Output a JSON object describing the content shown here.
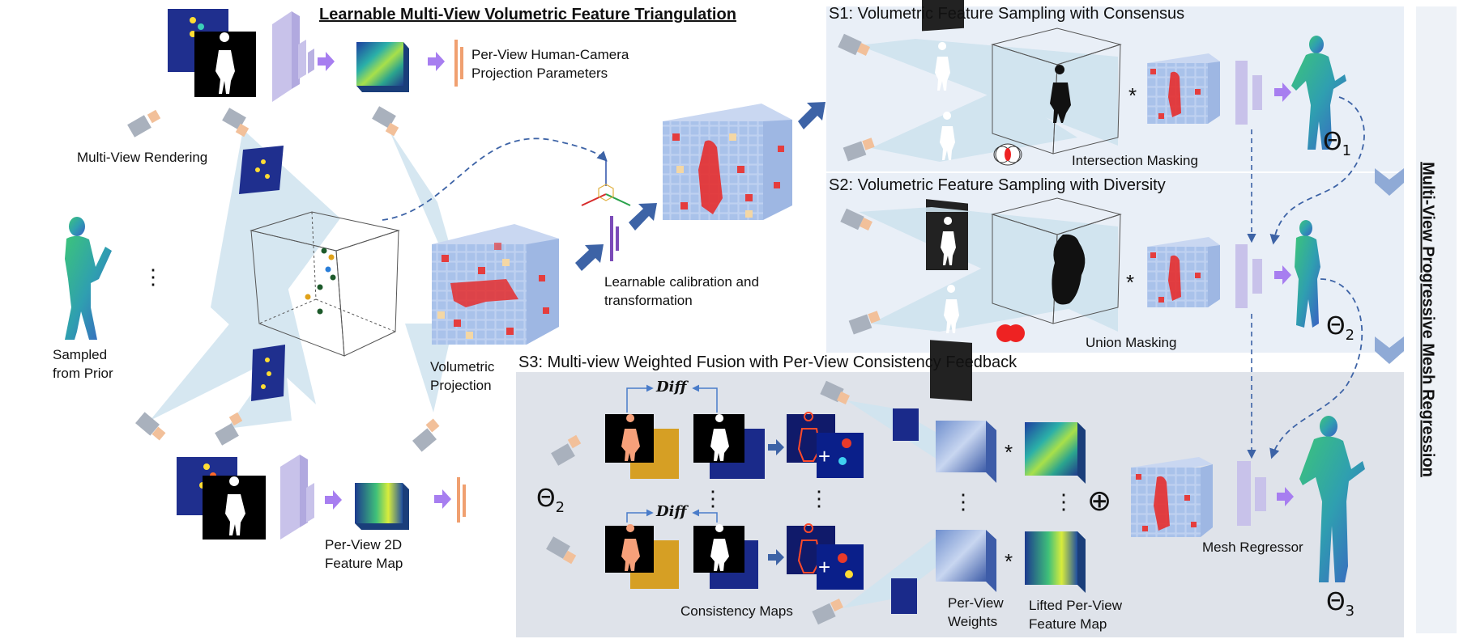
{
  "title": "Learnable Multi-View Volumetric Feature Triangulation",
  "left": {
    "rendering_label": "Multi-View Rendering",
    "sampled_label": [
      "Sampled",
      "from Prior"
    ],
    "dots": "⋮",
    "projection_params": [
      "Per-View Human-Camera",
      "Projection Parameters"
    ],
    "volumetric_projection": [
      "Volumetric",
      "Projection"
    ],
    "calibration": [
      "Learnable calibration and",
      "transformation"
    ],
    "feature_map_label": [
      "Per-View 2D",
      "Feature Map"
    ]
  },
  "s1": {
    "heading": "S1: Volumetric Feature Sampling with Consensus",
    "masking_label": "Intersection Masking",
    "theta_symbol": "Θ",
    "theta_sub": "1",
    "star": "*"
  },
  "s2": {
    "heading": "S2: Volumetric Feature Sampling with Diversity",
    "masking_label": "Union Masking",
    "theta_symbol": "Θ",
    "theta_sub": "2",
    "star": "*"
  },
  "s3": {
    "heading": "S3: Multi-view Weighted Fusion with Per-View Consistency Feedback",
    "diff_label": "Diff",
    "theta_symbol": "Θ",
    "theta_sub": "2",
    "consistency_label": "Consistency Maps",
    "weights_label": [
      "Per-View",
      "Weights"
    ],
    "lifted_label": [
      "Lifted Per-View",
      "Feature Map"
    ],
    "regressor_label": "Mesh Regressor",
    "output_theta_symbol": "Θ",
    "output_theta_sub": "3",
    "plus": "+",
    "oplus": "⊕",
    "star": "*",
    "dots": "⋮"
  },
  "sidebar_title": "Multi-View Progressive Mesh Regression",
  "colors": {
    "panel_bg": "#e9eff7",
    "s3_bg": "#dfe3ea",
    "sidebar_bg": "#eef2f7",
    "cnn_purple": "#c8c2ea",
    "arrow_purple": "#a77ef0",
    "orange_bar": "#f0a070",
    "navy_arrow": "#3d63a6",
    "dashed_blue": "#3d63a6",
    "chevron": "#8faad6",
    "camera_gray": "#a9b1bd",
    "camera_orange": "#f2c09a"
  }
}
